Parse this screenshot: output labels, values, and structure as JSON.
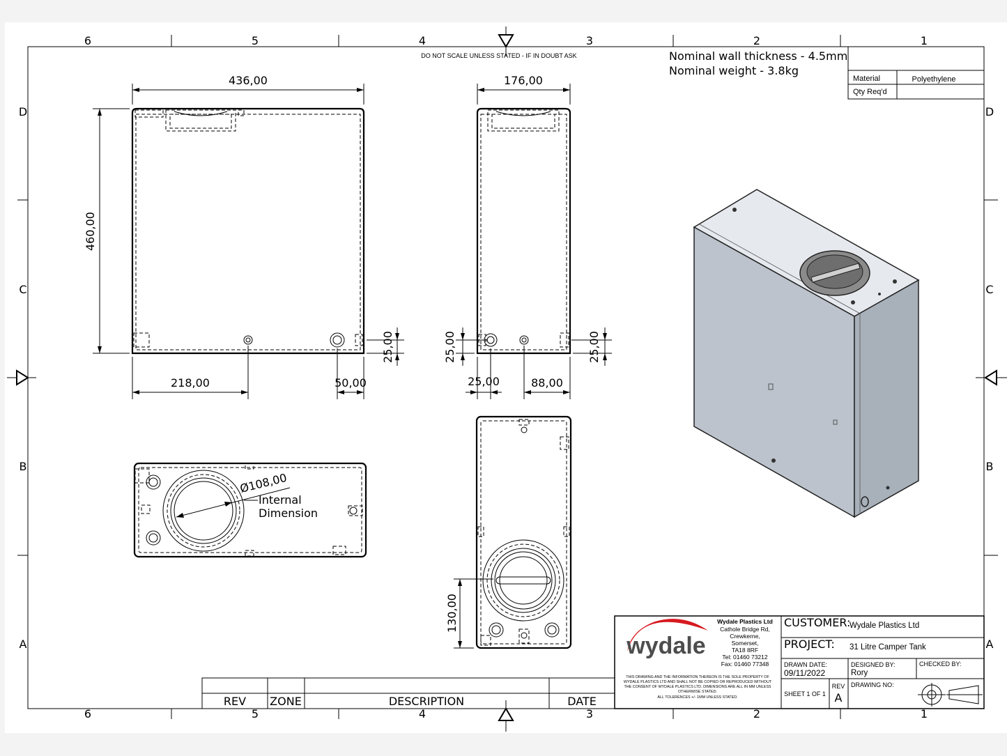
{
  "border": {
    "columns_top": [
      "6",
      "5",
      "4",
      "3",
      "2",
      "1"
    ],
    "columns_bottom": [
      "6",
      "5",
      "4",
      "3",
      "2",
      "1"
    ],
    "rows_left": [
      "D",
      "C",
      "B",
      "A"
    ],
    "rows_right": [
      "D",
      "C",
      "B",
      "A"
    ]
  },
  "notes": {
    "scale_note": "DO NOT SCALE UNLESS STATED - IF IN DOUBT ASK",
    "wall_thickness": "Nominal wall thickness - 4.5mm",
    "weight": "Nominal weight - 3.8kg"
  },
  "material_table": {
    "material_label": "Material",
    "material_value": "Polyethylene",
    "qty_label": "Qty Req'd",
    "qty_value": ""
  },
  "dimensions": {
    "front_width": "436,00",
    "front_height": "460,00",
    "front_left_offset": "218,00",
    "front_right_offset": "50,00",
    "front_hole_height": "25,00",
    "side_width": "176,00",
    "side_left_height": "25,00",
    "side_right_height": "25,00",
    "side_left_offset": "25,00",
    "side_right_offset": "88,00",
    "top_diameter": "Ø108,00",
    "internal_line1": "Internal",
    "internal_line2": "Dimension",
    "bottom_height": "130,00"
  },
  "revision_table": {
    "rev": "REV",
    "zone": "ZONE",
    "description": "DESCRIPTION",
    "date": "DATE"
  },
  "company": {
    "logo_text": "wydale",
    "name": "Wydale Plastics Ltd",
    "address1": "Cathole Bridge Rd,",
    "address2": "Crewkerne,",
    "address3": "Somerset,",
    "postcode": "TA18 8RF",
    "tel": "Tel: 01460 73212",
    "fax": "Fax: 01460 77348",
    "disclaimer1": "THIS DRAWING AND THE INFORMATION THEREON IS THE SOLE PROPERTY OF",
    "disclaimer2": "WYDALE PLASTICS LTD AND SHALL NOT BE COPIED OR REPRODUCED WITHOUT",
    "disclaimer3": "THE CONSENT OF WYDALE PLASTICS LTD. DIMENSIONS ARE ALL IN MM UNLESS",
    "disclaimer4": "OTHERWISE STATED.",
    "disclaimer5": "ALL TOLERENCES +/- 1MM UNLESS STATED.",
    "logo_color": "#d71920",
    "logo_text_color": "#4d4d4d"
  },
  "title_block": {
    "customer_label": "CUSTOMER:",
    "customer_value": "Wydale Plastics Ltd",
    "project_label": "PROJECT:",
    "project_value": "31 Litre Camper Tank",
    "drawn_date_label": "DRAWN DATE:",
    "drawn_date_value": "09/11/2022",
    "designed_by_label": "DESIGNED BY:",
    "designed_by_value": "Rory",
    "checked_by_label": "CHECKED BY:",
    "checked_by_value": "",
    "sheet": "SHEET 1 OF 1",
    "rev_label": "REV",
    "rev_value": "A",
    "drawing_no_label": "DRAWING NO:"
  }
}
